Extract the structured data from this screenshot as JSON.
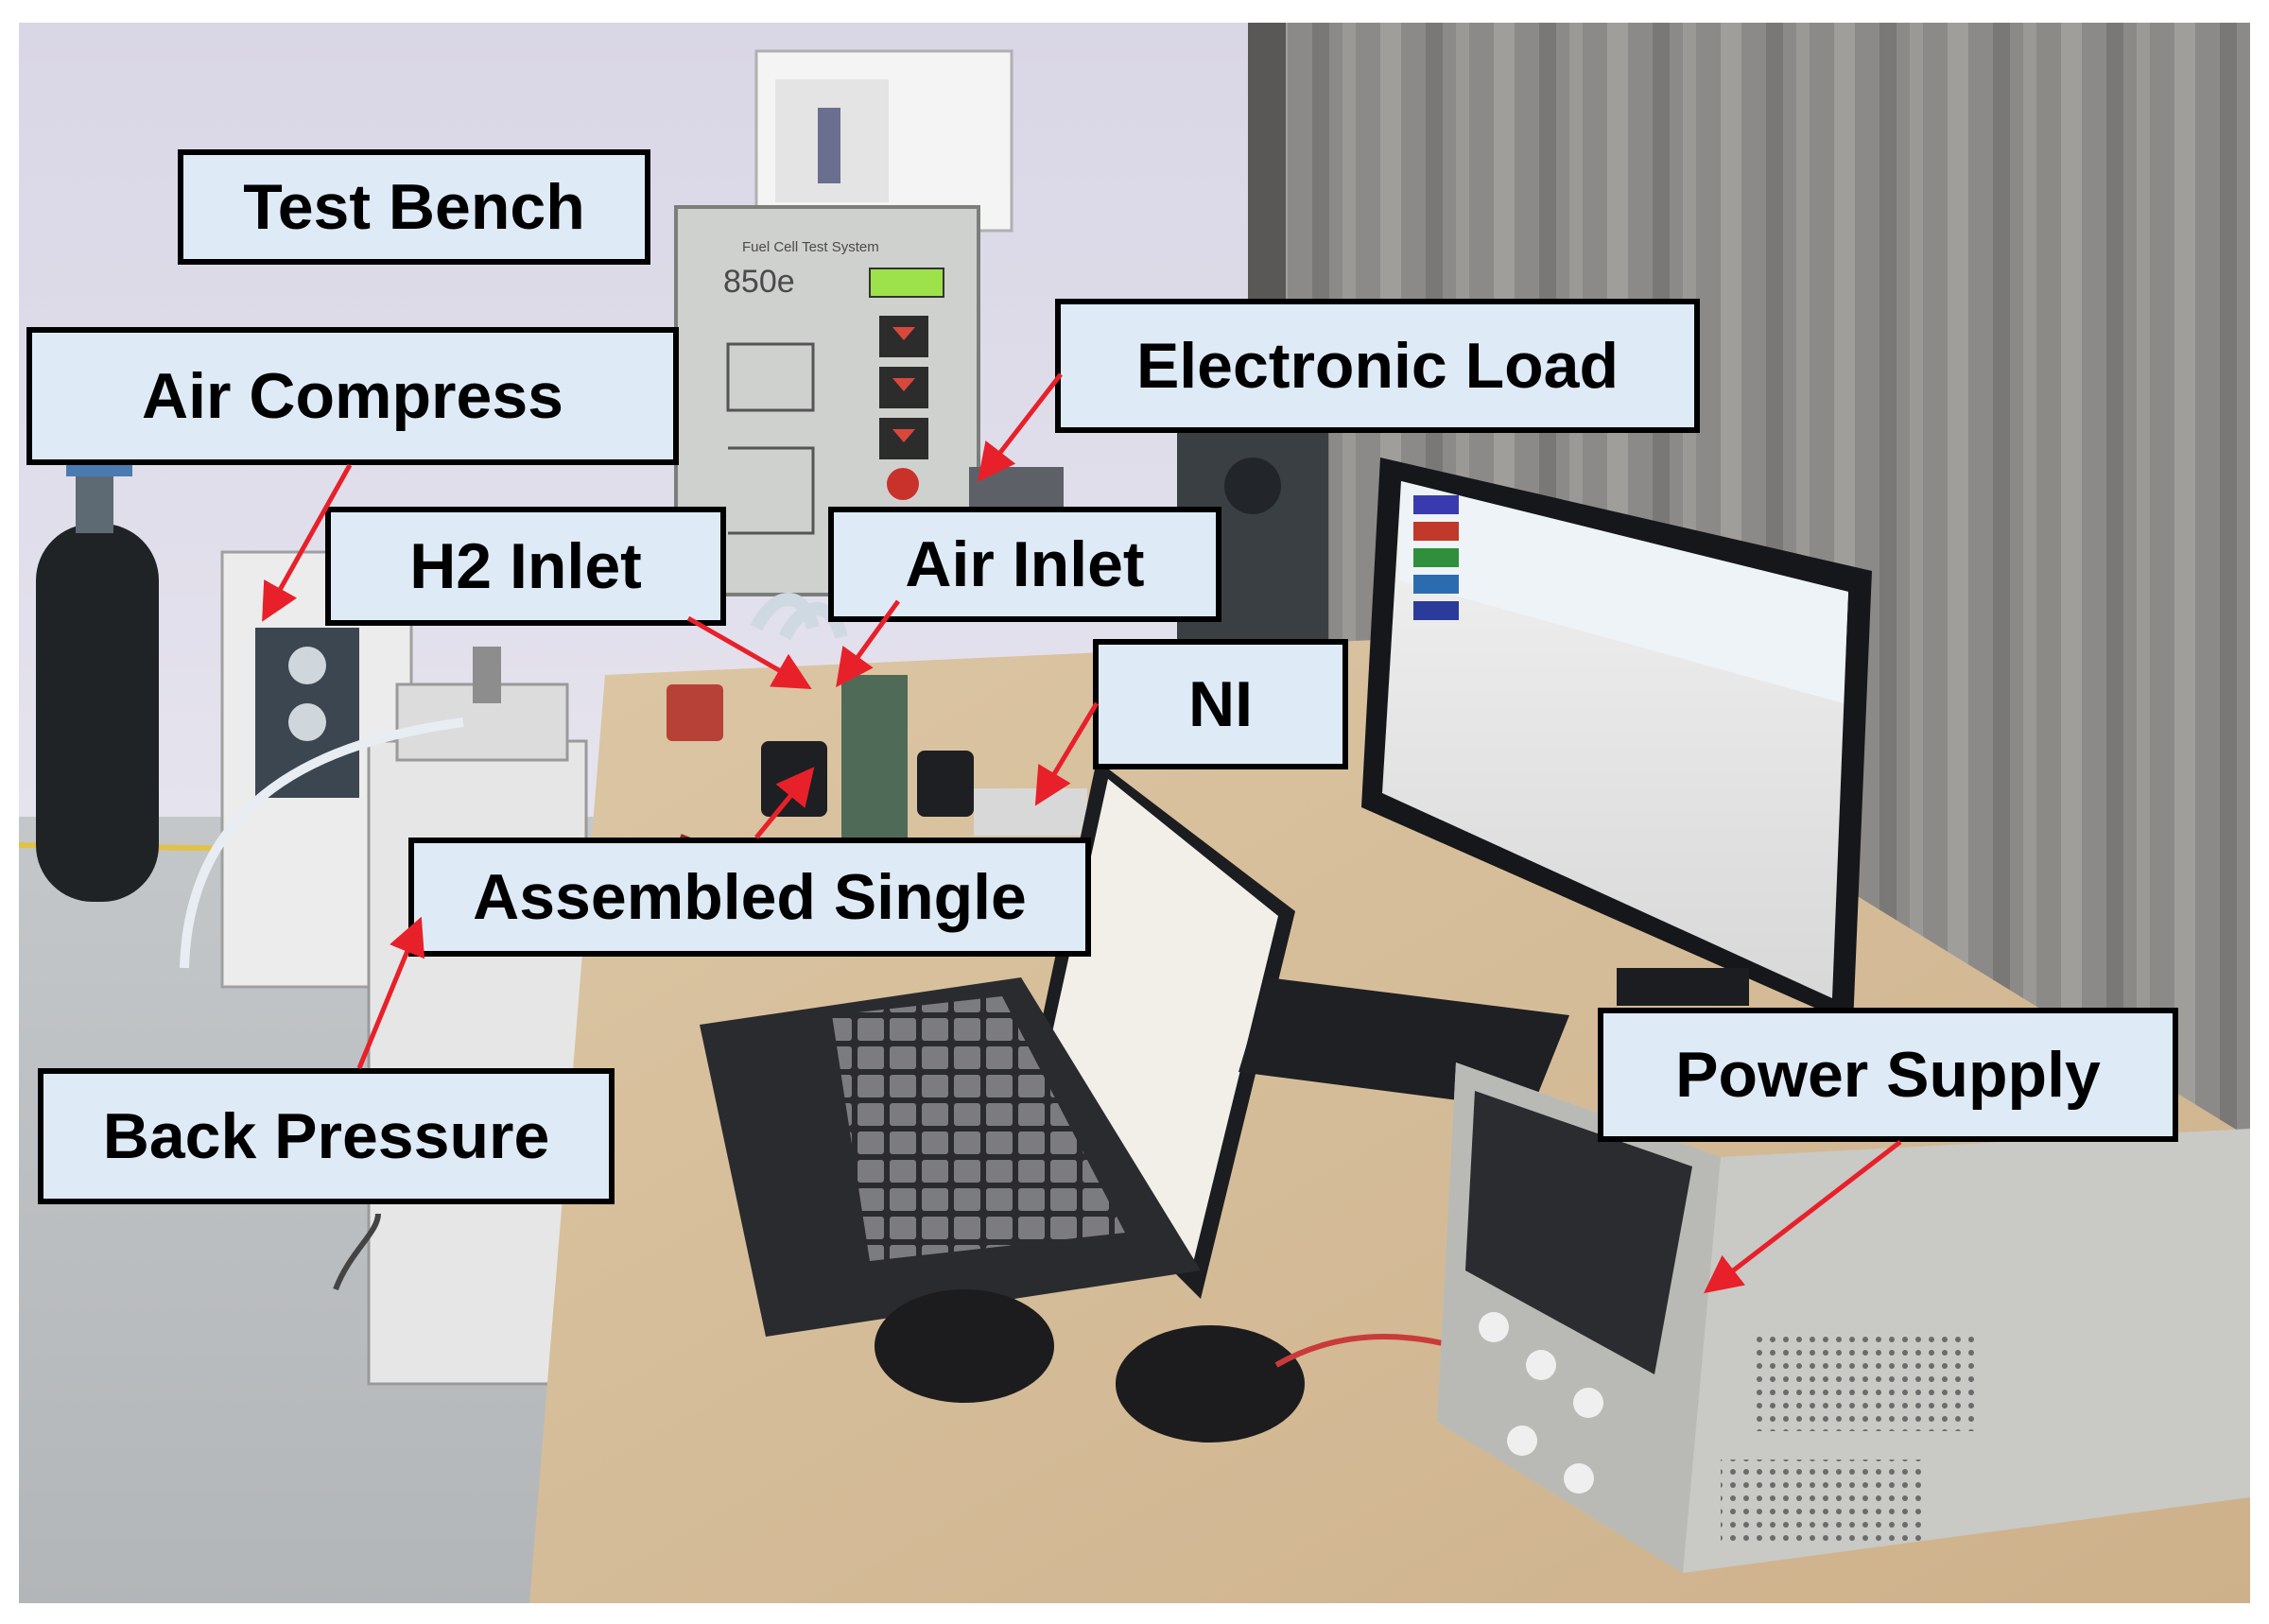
{
  "labels": {
    "test_bench": "Test Bench",
    "air_compress": "Air Compress",
    "h2_inlet": "H2 Inlet",
    "air_inlet": "Air Inlet",
    "electronic_load": "Electronic Load",
    "ni": "NI",
    "assembled_single": "Assembled Single",
    "back_pressure": "Back Pressure",
    "power_supply": "Power Supply"
  },
  "equipment": {
    "test_bench_model": "850e",
    "test_bench_caption": "Fuel Cell Test System"
  },
  "colors": {
    "callout_fill": "#deebf7",
    "callout_border": "#000000",
    "arrow": "#e8202a"
  }
}
